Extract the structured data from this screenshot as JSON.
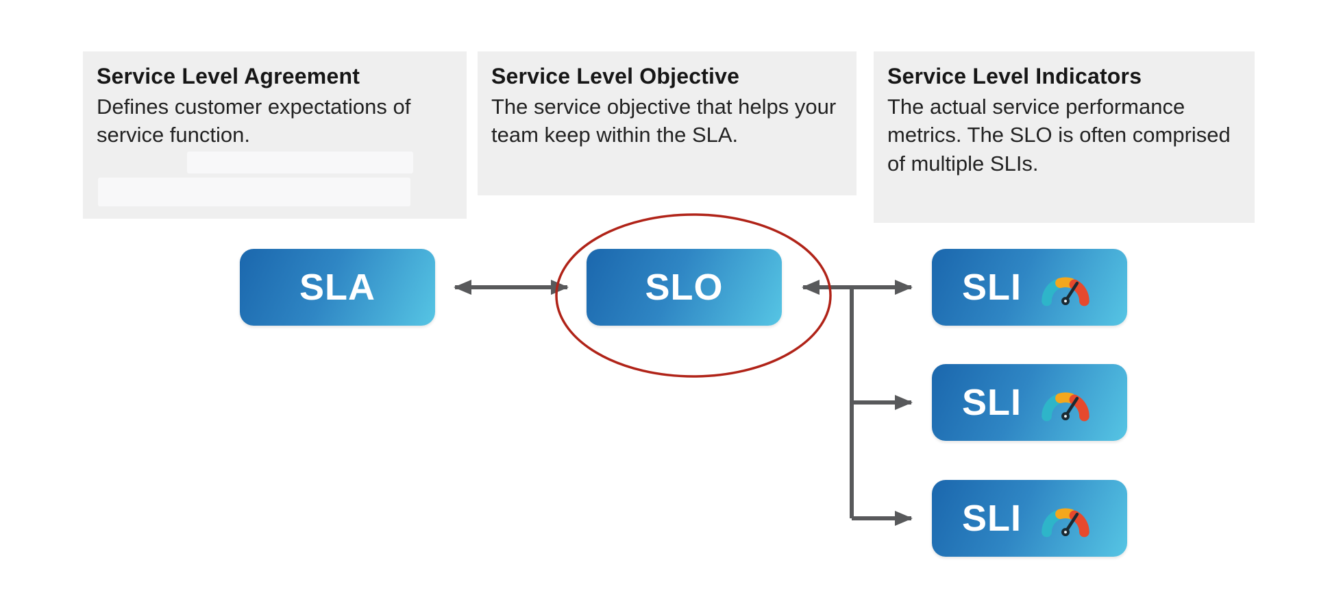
{
  "diagram": {
    "panels": [
      {
        "title": "Service Level Agreement",
        "body": "Defines customer expectations of service function."
      },
      {
        "title": "Service Level Objective",
        "body": "The service objective that helps your team keep within the SLA."
      },
      {
        "title": "Service Level Indicators",
        "body": "The actual service performance metrics. The SLO is often comprised of multiple SLIs."
      }
    ],
    "nodes": {
      "sla": {
        "label": "SLA"
      },
      "slo": {
        "label": "SLO"
      },
      "sli_1": {
        "label": "SLI"
      },
      "sli_2": {
        "label": "SLI"
      },
      "sli_3": {
        "label": "SLI"
      }
    },
    "annotation": {
      "type": "ellipse-highlight",
      "target": "SLO"
    },
    "icons": {
      "gauge": "gauge-icon"
    },
    "colors": {
      "node_gradient_start": "#1b67ad",
      "node_gradient_end": "#56c5e4",
      "arrow": "#58595b",
      "highlight_ellipse": "#b02318",
      "panel_background": "#efefef",
      "gauge_teal": "#2eb5c9",
      "gauge_yellow": "#f4a71d",
      "gauge_red": "#e6492d",
      "text": "#222222"
    }
  }
}
